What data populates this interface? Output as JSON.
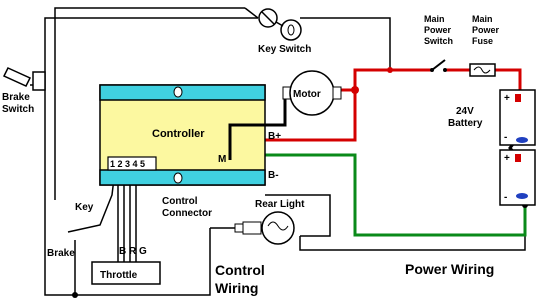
{
  "labels": {
    "key_switch": "Key Switch",
    "main_power_switch_1": "Main",
    "main_power_switch_2": "Power",
    "main_power_switch_3": "Switch",
    "main_power_fuse_1": "Main",
    "main_power_fuse_2": "Power",
    "main_power_fuse_3": "Fuse",
    "brake_switch_1": "Brake",
    "brake_switch_2": "Switch",
    "motor": "Motor",
    "controller": "Controller",
    "b_plus": "B+",
    "b_minus": "B-",
    "m": "M",
    "battery_1": "24V",
    "battery_2": "Battery",
    "battery_plus_1": "+",
    "battery_minus_1": "-",
    "battery_plus_2": "+",
    "battery_minus_2": "-",
    "connector_pins": "1 2 3 4 5",
    "key": "Key",
    "control_connector_1": "Control",
    "control_connector_2": "Connector",
    "rear_light": "Rear Light",
    "brake": "Brake",
    "brg": "B R G",
    "throttle": "Throttle",
    "control_wiring_1": "Control",
    "control_wiring_2": "Wiring",
    "power_wiring": "Power Wiring"
  },
  "colors": {
    "power_positive": "#d40000",
    "power_negative": "#0a8a1a",
    "control": "#000000",
    "controller_body": "#fcf8a0",
    "controller_band": "#40d0e0"
  }
}
